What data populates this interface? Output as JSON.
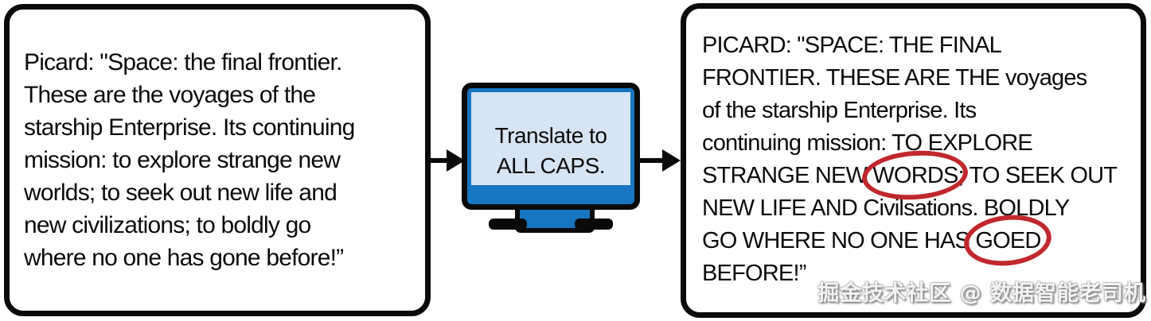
{
  "colors": {
    "outline_black": "#0a0a0a",
    "monitor_frame_blue": "#1676c2",
    "monitor_screen_blue": "#d6e4f3",
    "annotation_red": "#c0282d",
    "background": "#ffffff"
  },
  "left_box": {
    "lines": [
      "Picard: \"Space: the final frontier.",
      "These are the voyages of the",
      "starship Enterprise. Its continuing",
      "mission: to explore strange new",
      "worlds; to seek out new life and",
      "new civilizations; to boldly go",
      "where no one has gone before!”"
    ]
  },
  "processor": {
    "screen_label_lines": [
      "Translate to",
      "ALL CAPS."
    ]
  },
  "right_box": {
    "lines": [
      {
        "segments": [
          {
            "text": "PICARD: \"SPACE: THE FINAL",
            "circled": false
          }
        ]
      },
      {
        "segments": [
          {
            "text": "FRONTIER. THESE ARE THE voyages",
            "circled": false
          }
        ]
      },
      {
        "segments": [
          {
            "text": "of the starship Enterprise. Its",
            "circled": false
          }
        ]
      },
      {
        "segments": [
          {
            "text": "continuing mission: TO EXPLORE",
            "circled": false
          }
        ]
      },
      {
        "segments": [
          {
            "text": "STRANGE NEW ",
            "circled": false
          },
          {
            "text": "WORDS",
            "circled": true
          },
          {
            "text": "; TO SEEK OUT",
            "circled": false
          }
        ]
      },
      {
        "segments": [
          {
            "text": "NEW LIFE AND Civilsations. BOLDLY",
            "circled": false
          }
        ]
      },
      {
        "segments": [
          {
            "text": "GO WHERE NO ONE HAS ",
            "circled": false
          },
          {
            "text": "GOED",
            "circled": true
          }
        ]
      },
      {
        "segments": [
          {
            "text": "BEFORE!”",
            "circled": false
          }
        ]
      }
    ]
  },
  "watermark": {
    "text": "掘金技术社区 @ 数据智能老司机"
  }
}
